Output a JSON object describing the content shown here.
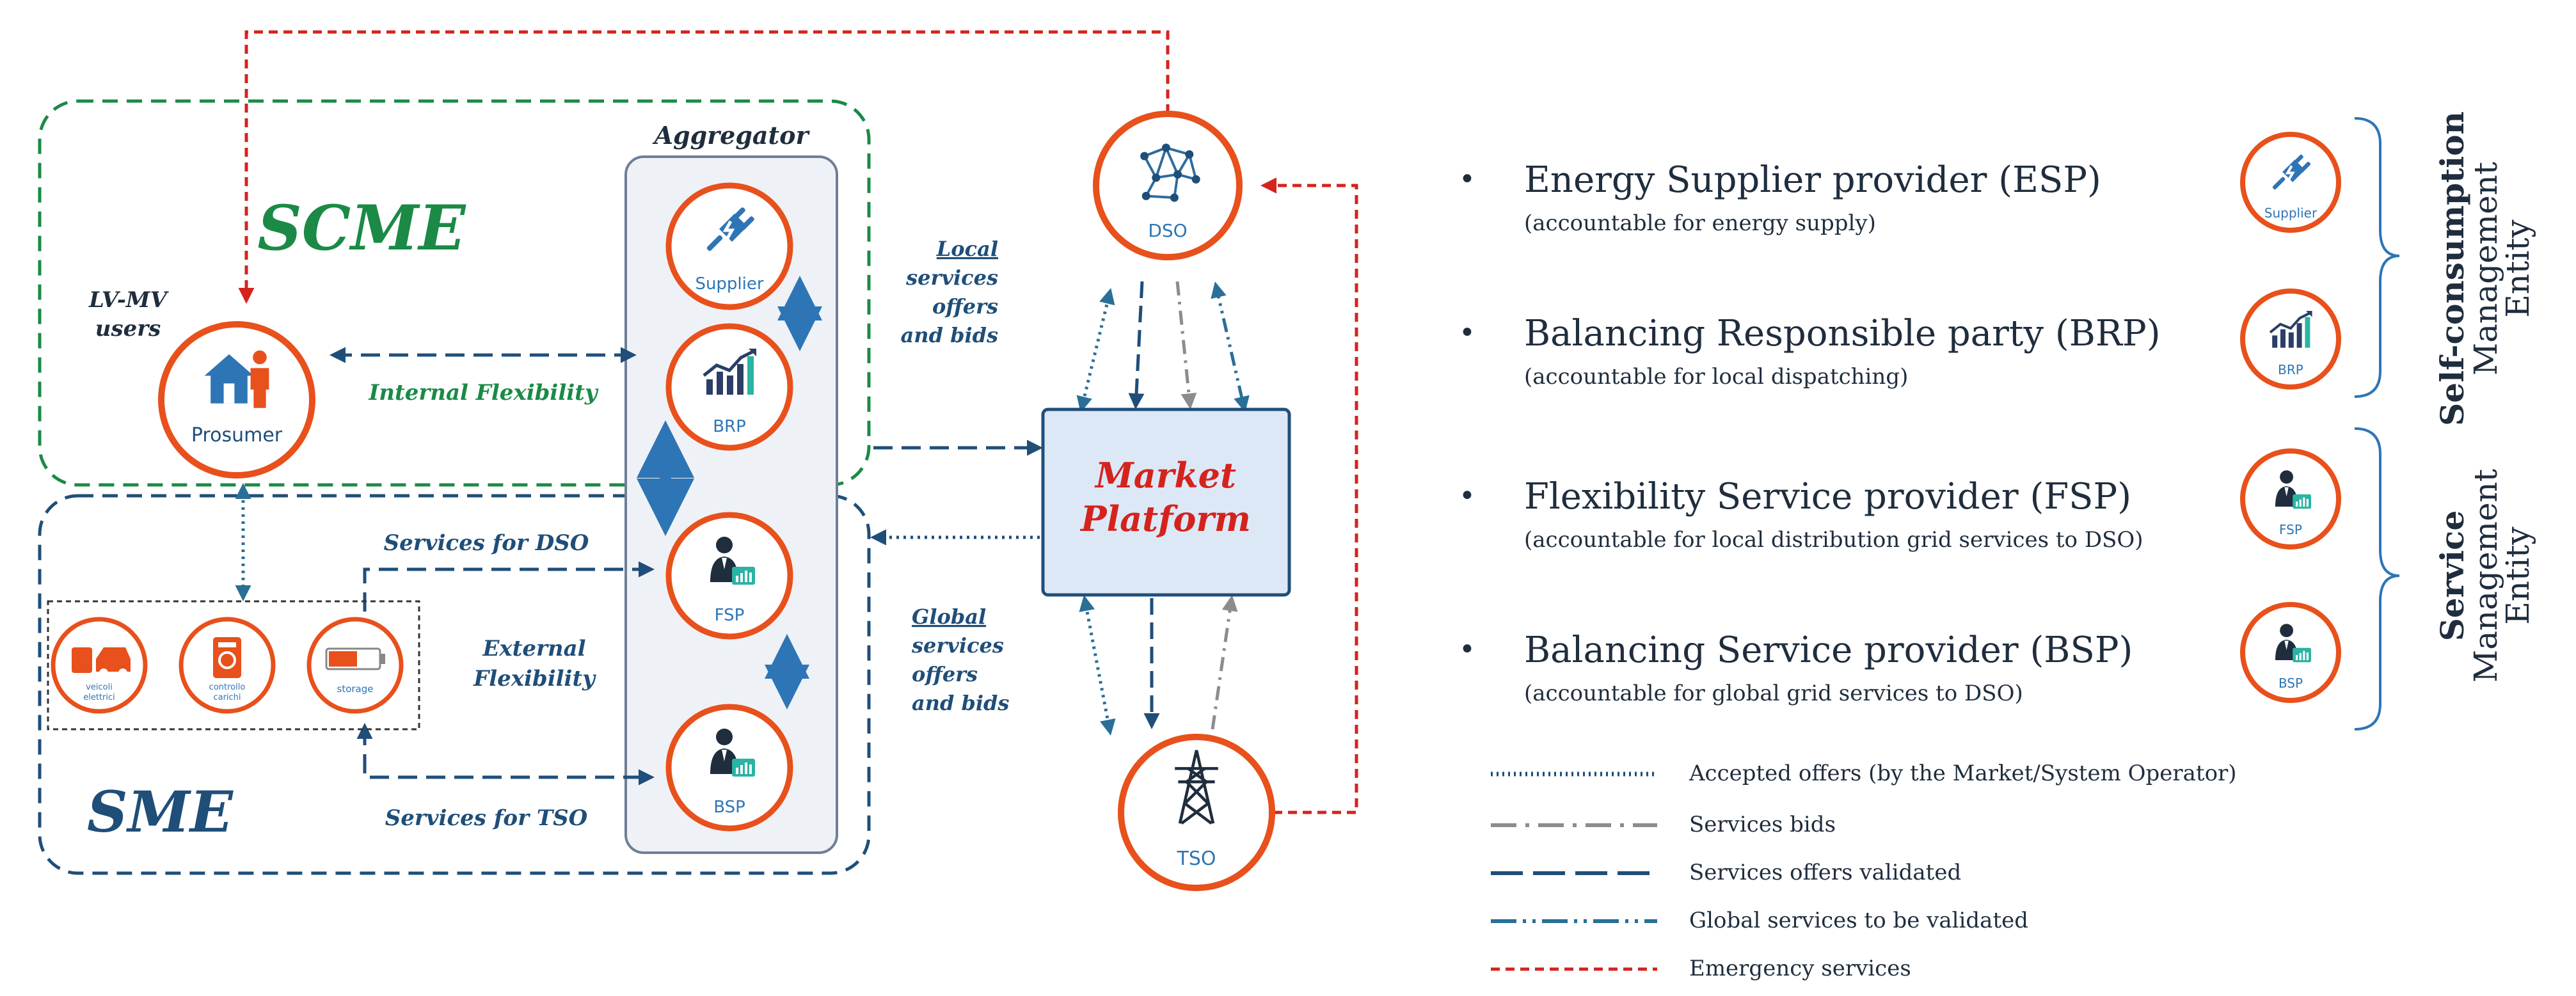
{
  "colors": {
    "green": "#1a8a46",
    "navy": "#1f4e79",
    "blue": "#2e75b6",
    "orange": "#e8501c",
    "red": "#d4231d",
    "gray": "#8c8c8c",
    "panel_fill": "#eef1f6",
    "panel_stroke": "#6d7f96"
  },
  "groups": {
    "scme": "SCME",
    "sme": "SME",
    "aggregator": "Aggregator"
  },
  "users_label": [
    "LV-MV",
    "users"
  ],
  "nodes": {
    "prosumer": "Prosumer",
    "supplier": "Supplier",
    "brp": "BRP",
    "fsp": "FSP",
    "bsp": "BSP",
    "dso": "DSO",
    "tso": "TSO",
    "market_platform": [
      "Market",
      "Platform"
    ]
  },
  "devices": [
    {
      "label": [
        "veicoli",
        "elettrici"
      ],
      "icon": "electric-car-icon"
    },
    {
      "label": [
        "controllo",
        "carichi"
      ],
      "icon": "load-control-icon"
    },
    {
      "label": [
        "storage"
      ],
      "icon": "battery-icon"
    }
  ],
  "flow_labels": {
    "internal_flexibility": "Internal Flexibility",
    "external_flexibility": [
      "External",
      "Flexibility"
    ],
    "services_for_dso": "Services for DSO",
    "services_for_tso": "Services for TSO",
    "local_services": [
      "Local",
      "services",
      "offers",
      "and bids"
    ],
    "global_services": [
      "Global",
      "services",
      "offers",
      "and bids"
    ]
  },
  "roles": [
    {
      "title": "Energy Supplier provider (ESP)",
      "subtitle": "(accountable for energy supply)",
      "icon_label": "Supplier",
      "icon": "plug-icon"
    },
    {
      "title": "Balancing Responsible party (BRP)",
      "subtitle": "(accountable for local dispatching)",
      "icon_label": "BRP",
      "icon": "bar-chart-icon"
    },
    {
      "title": "Flexibility Service provider (FSP)",
      "subtitle": "(accountable for local distribution grid services to DSO)",
      "icon_label": "FSP",
      "icon": "business-person-icon"
    },
    {
      "title": "Balancing Service provider (BSP)",
      "subtitle": "(accountable for global grid services to DSO)",
      "icon_label": "BSP",
      "icon": "business-person-icon"
    }
  ],
  "entities": [
    {
      "bold": "Self-consumption",
      "rest": [
        "Management",
        "Entity"
      ]
    },
    {
      "bold": "Service",
      "rest": [
        "Management",
        "Entity"
      ]
    }
  ],
  "legend": [
    {
      "label": "Accepted offers (by the Market/System Operator)",
      "style": "dotted"
    },
    {
      "label": "Services bids",
      "style": "dash-dot"
    },
    {
      "label": "Services offers validated",
      "style": "long-dash"
    },
    {
      "label": "Global services to be validated",
      "style": "dash-dot-dot"
    },
    {
      "label": "Emergency services",
      "style": "short-dash"
    }
  ]
}
